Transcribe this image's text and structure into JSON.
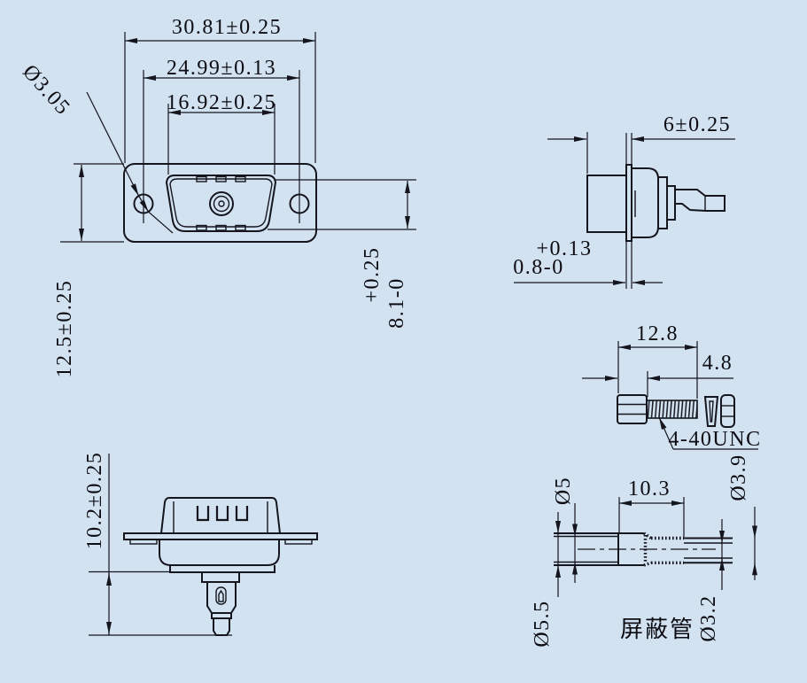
{
  "drawing": {
    "background": "#d2e2f1",
    "line_color": "#15151d",
    "front_view": {
      "dim_width_outer": "30.81±0.25",
      "dim_hole_spacing": "24.99±0.13",
      "dim_opening_width": "16.92±0.25",
      "dim_hole_diameter": "Ø3.05",
      "dim_height": "12.5±0.25",
      "dim_opening_height_tol": "+0.25",
      "dim_opening_height": "8.1-0"
    },
    "side_view": {
      "dim_shell_depth": "6±0.25",
      "dim_flange_tol": "+0.13",
      "dim_flange_thickness": "0.8-0"
    },
    "screw_view": {
      "dim_overall_length": "12.8",
      "dim_head_length": "4.8",
      "thread_spec": "4-40UNC"
    },
    "bottom_view": {
      "dim_tail_length": "10.2±0.25"
    },
    "shield_tube_view": {
      "dim_inner_dia_large": "Ø5",
      "dim_knurl_length": "10.3",
      "dim_outer_dia_small": "Ø3.9",
      "dim_outer_dia_large": "Ø5.5",
      "dim_inner_dia_small": "Ø3.2",
      "label": "屏蔽管"
    }
  }
}
